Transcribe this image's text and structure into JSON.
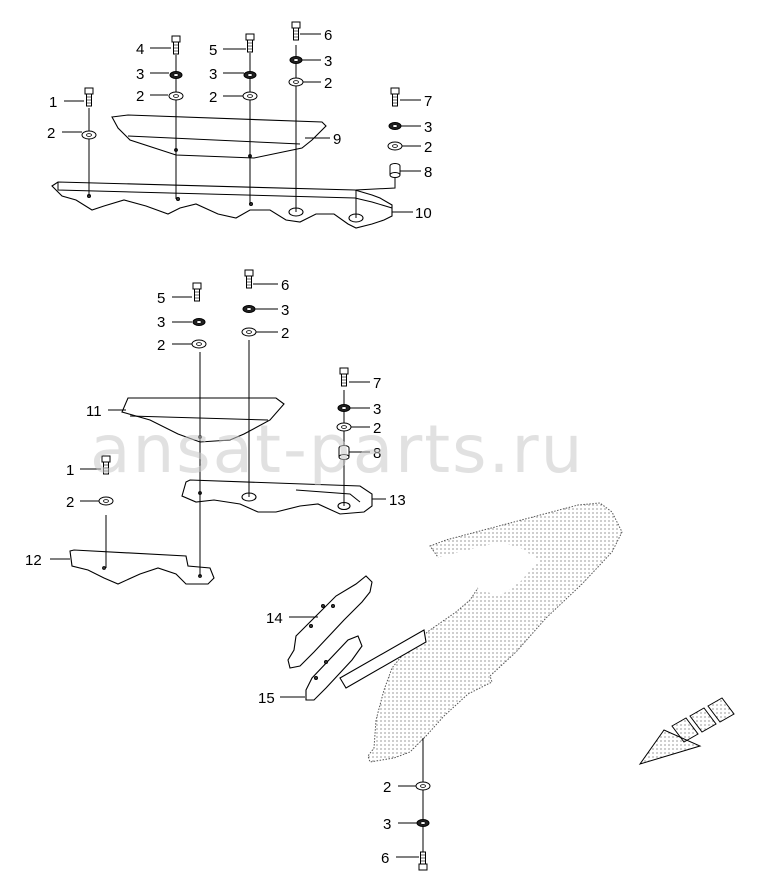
{
  "watermark": "ansat-parts.ru",
  "callouts": {
    "g1": [
      "1",
      "2",
      "2",
      "3",
      "4",
      "2",
      "3",
      "5",
      "2",
      "3",
      "6",
      "7",
      "3",
      "2",
      "8",
      "9",
      "10"
    ],
    "g2": [
      "5",
      "3",
      "2",
      "6",
      "3",
      "2",
      "7",
      "3",
      "2",
      "8",
      "11",
      "1",
      "2",
      "13",
      "12",
      "14",
      "15",
      "2",
      "3",
      "6"
    ]
  }
}
